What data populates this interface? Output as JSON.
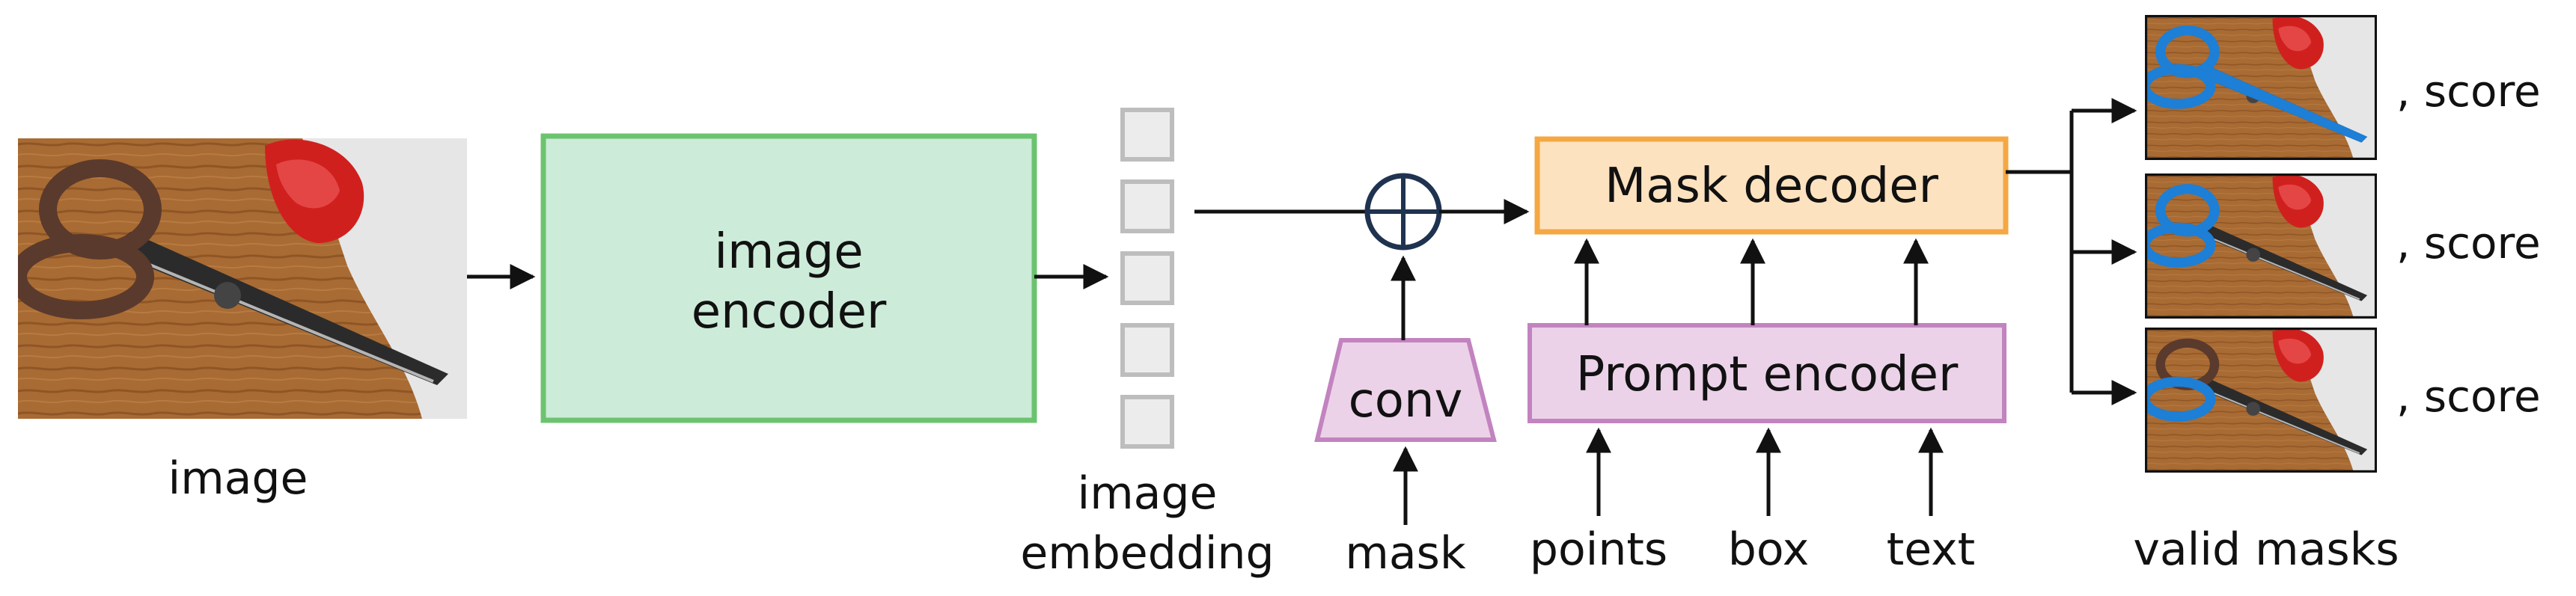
{
  "diagram": {
    "input_label": "image",
    "encoder_label_line1": "image",
    "encoder_label_line2": "encoder",
    "embedding_label_line1": "image",
    "embedding_label_line2": "embedding",
    "conv_label": "conv",
    "mask_input_label": "mask",
    "prompt_encoder_label": "Prompt encoder",
    "mask_decoder_label": "Mask decoder",
    "prompt_inputs": [
      "points",
      "box",
      "text"
    ],
    "score_label": ", score",
    "output_label": "valid masks"
  },
  "colors": {
    "encoder_fill": "#cdebd9",
    "encoder_stroke": "#6cc36f",
    "decoder_fill": "#fde2c0",
    "decoder_stroke": "#f5a742",
    "prompt_fill": "#ebd2e8",
    "prompt_stroke": "#c283bf",
    "plus_stroke": "#1f3350",
    "token_fill": "#ececec",
    "token_stroke": "#bdbdbd",
    "wood": "#a86b33",
    "mask_blue": "#1d7fd6"
  }
}
